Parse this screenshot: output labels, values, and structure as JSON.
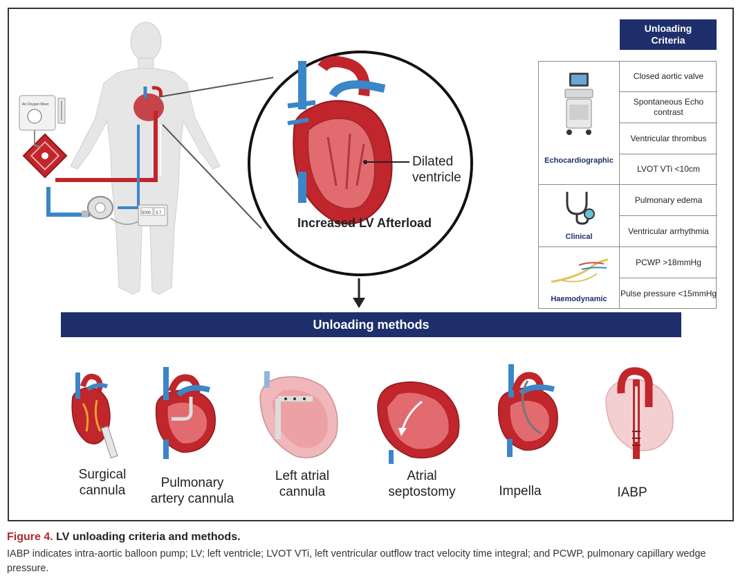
{
  "figure": {
    "title_number": "Figure 4.",
    "title_text": "LV unloading criteria and methods.",
    "caption": "IABP indicates intra-aortic balloon pump; LV; left ventricle; LVOT VTi, left ventricular outflow tract velocity time integral; and PCWP, pulmonary capillary wedge pressure."
  },
  "circle": {
    "label": "Increased LV Afterload",
    "annotation": "Dilated\nventricle"
  },
  "devices": {
    "mixer_label": "Air-Oxygen Mixer",
    "console_value_1": "5000",
    "console_value_2": "3.7"
  },
  "criteria": {
    "title": "Unloading\nCriteria",
    "groups": [
      {
        "name": "Echocardiographic",
        "icon": "echo-machine-icon",
        "items": [
          "Closed aortic valve",
          "Spontaneous Echo contrast",
          "Ventricular thrombus",
          "LVOT VTi <10cm"
        ]
      },
      {
        "name": "Clinical",
        "icon": "stethoscope-icon",
        "items": [
          "Pulmonary edema",
          "Ventricular arrhythmia"
        ]
      },
      {
        "name": "Haemodynamic",
        "icon": "catheter-icon",
        "items": [
          "PCWP >18mmHg",
          "Pulse pressure <15mmHg"
        ]
      }
    ]
  },
  "methods": {
    "title": "Unloading methods",
    "items": [
      {
        "label": "Surgical\ncannula",
        "icon": "surgical-cannula-heart-icon"
      },
      {
        "label": "Pulmonary\nartery cannula",
        "icon": "pulmonary-artery-cannula-heart-icon"
      },
      {
        "label": "Left atrial\ncannula",
        "icon": "left-atrial-cannula-heart-icon"
      },
      {
        "label": "Atrial\nseptostomy",
        "icon": "atrial-septostomy-heart-icon"
      },
      {
        "label": "Impella",
        "icon": "impella-heart-icon"
      },
      {
        "label": "IABP",
        "icon": "iabp-aorta-icon"
      }
    ]
  },
  "colors": {
    "navy": "#1f2f6b",
    "artery_red": "#c0262b",
    "vein_blue": "#3a86c8",
    "caption_red": "#b1272d"
  }
}
